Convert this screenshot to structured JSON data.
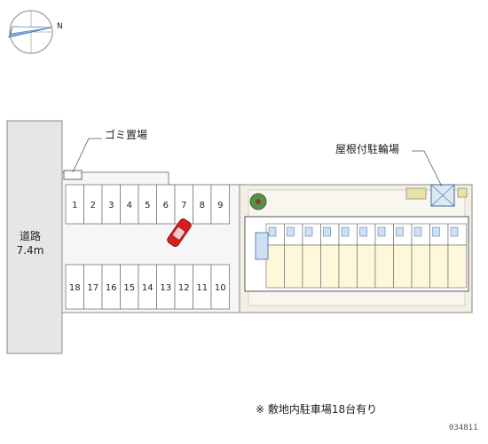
{
  "compass": {
    "north_letter": "N"
  },
  "road": {
    "name": "道路",
    "width": "7.4m"
  },
  "labels": {
    "garbage": "ゴミ置場",
    "bicycle_parking": "屋根付駐輪場",
    "parking_note": "※ 敷地内駐車場18台有り",
    "property_code": "034811"
  },
  "parking": {
    "top_row": [
      "1",
      "2",
      "3",
      "4",
      "5",
      "6",
      "7",
      "8",
      "9"
    ],
    "bottom_row": [
      "18",
      "17",
      "16",
      "15",
      "14",
      "13",
      "12",
      "11",
      "10"
    ],
    "highlighted_space": "7"
  },
  "colors": {
    "road": "#e6e6e6",
    "lot": "#f5f5f5",
    "building": "#ffffff",
    "unit_fill": "#fff7d9",
    "yard": "#f3efe4",
    "accent_blue": "#5f8fbf",
    "car": "#d81e1e"
  }
}
